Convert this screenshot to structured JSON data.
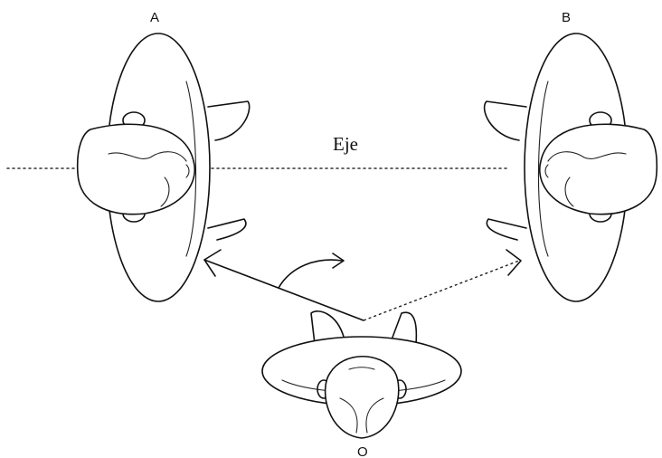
{
  "labels": {
    "person_a": "A",
    "person_b": "B",
    "observer": "O",
    "axis": "Eje"
  }
}
